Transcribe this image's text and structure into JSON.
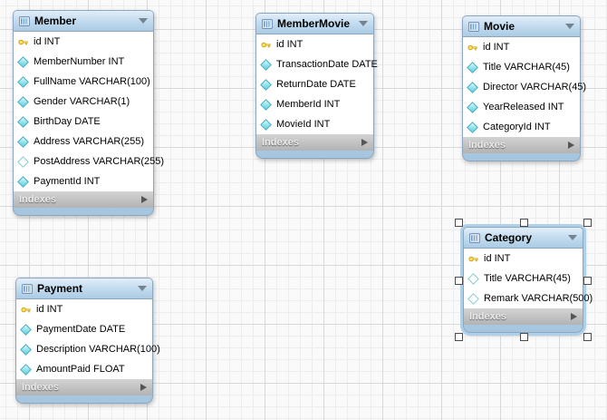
{
  "colors": {
    "header_blue": "#bcd6ec",
    "body_white": "#ffffff",
    "footer_gray": "#c0c0c0",
    "key_yellow": "#ffe352",
    "diamond_cyan": "#7fdce8",
    "grid_minor": "#ededed",
    "grid_major": "#d9d9d9",
    "selection_highlight": "#aed0e9"
  },
  "tables": [
    {
      "name": "Member",
      "footer": "Indexes",
      "selected": false,
      "columns": [
        {
          "icon": "primary-key",
          "text": "id INT"
        },
        {
          "icon": "not-null-diamond",
          "text": "MemberNumber INT"
        },
        {
          "icon": "not-null-diamond",
          "text": "FullName VARCHAR(100)"
        },
        {
          "icon": "not-null-diamond",
          "text": "Gender VARCHAR(1)"
        },
        {
          "icon": "not-null-diamond",
          "text": "BirthDay DATE"
        },
        {
          "icon": "not-null-diamond",
          "text": "Address VARCHAR(255)"
        },
        {
          "icon": "nullable-diamond",
          "text": "PostAddress VARCHAR(255)"
        },
        {
          "icon": "not-null-diamond",
          "text": "PaymentId INT"
        }
      ]
    },
    {
      "name": "MemberMovie",
      "footer": "Indexes",
      "selected": false,
      "columns": [
        {
          "icon": "primary-key",
          "text": "id INT"
        },
        {
          "icon": "not-null-diamond",
          "text": "TransactionDate DATE"
        },
        {
          "icon": "not-null-diamond",
          "text": "ReturnDate DATE"
        },
        {
          "icon": "not-null-diamond",
          "text": "MemberId INT"
        },
        {
          "icon": "not-null-diamond",
          "text": "MovieId INT"
        }
      ]
    },
    {
      "name": "Movie",
      "footer": "Indexes",
      "selected": false,
      "columns": [
        {
          "icon": "primary-key",
          "text": "id INT"
        },
        {
          "icon": "not-null-diamond",
          "text": "Title VARCHAR(45)"
        },
        {
          "icon": "not-null-diamond",
          "text": "Director VARCHAR(45)"
        },
        {
          "icon": "not-null-diamond",
          "text": "YearReleased INT"
        },
        {
          "icon": "not-null-diamond",
          "text": "CategoryId INT"
        }
      ]
    },
    {
      "name": "Category",
      "footer": "Indexes",
      "selected": true,
      "columns": [
        {
          "icon": "primary-key",
          "text": "id INT"
        },
        {
          "icon": "nullable-diamond",
          "text": "Title VARCHAR(45)"
        },
        {
          "icon": "nullable-diamond",
          "text": "Remark VARCHAR(500)"
        }
      ]
    },
    {
      "name": "Payment",
      "footer": "Indexes",
      "selected": false,
      "columns": [
        {
          "icon": "primary-key",
          "text": "id INT"
        },
        {
          "icon": "not-null-diamond",
          "text": "PaymentDate DATE"
        },
        {
          "icon": "not-null-diamond",
          "text": "Description VARCHAR(100)"
        },
        {
          "icon": "not-null-diamond",
          "text": "AmountPaid FLOAT"
        }
      ]
    }
  ]
}
